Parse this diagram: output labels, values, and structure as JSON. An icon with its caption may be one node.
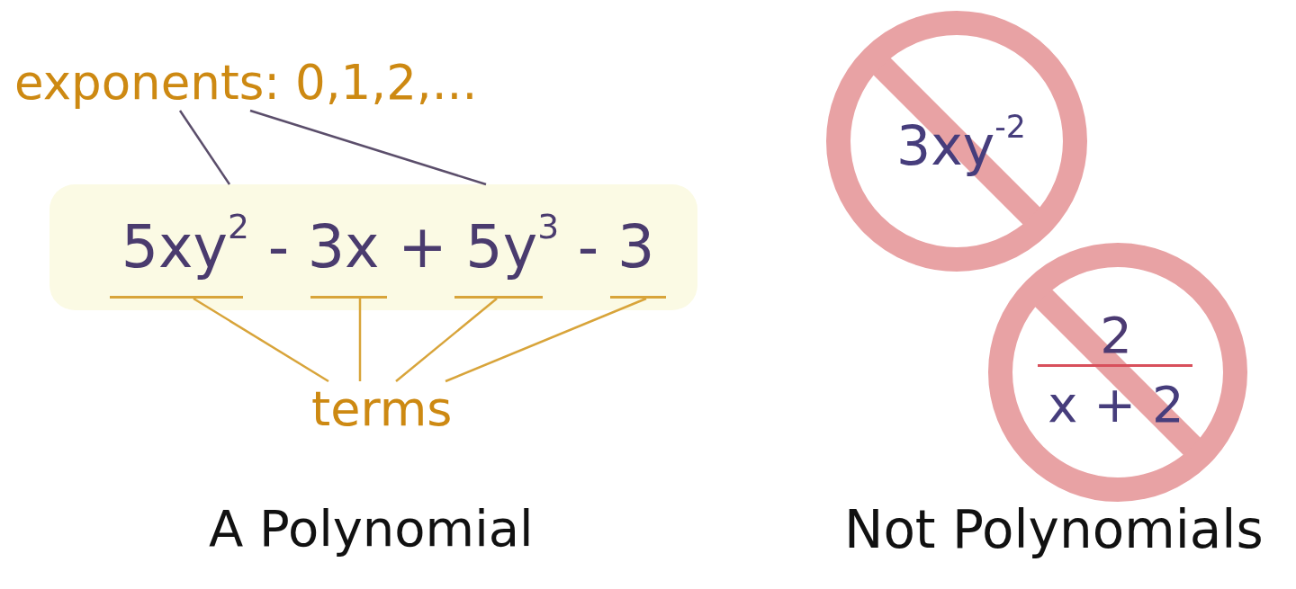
{
  "diagram": {
    "nodes": [
      {
        "text": [
          "exponents: 0,1,2,..."
        ]
      },
      {
        "text": [
          "5xy$^{2}$ - 3x + 5y$^{3}$ - 3"
        ]
      },
      {
        "text": [],
        "shape": "bar",
        "in": 1
      },
      {
        "text": [],
        "shape": "bar",
        "in": 1
      },
      {
        "text": [],
        "shape": "bar",
        "in": 1
      },
      {
        "text": [],
        "shape": "bar",
        "in": 1
      },
      {
        "text": [
          "terms"
        ]
      },
      {
        "text": [
          "3xy$^{-2}$"
        ]
      },
      {
        "text": [
          "2",
          "x + 2"
        ]
      }
    ],
    "edges": [
      {
        "from": 0,
        "to": 1,
        "arrow": "none",
        "color": "#5b4e6b"
      },
      {
        "from": 0,
        "to": 1,
        "arrow": "none",
        "color": "#5b4e6b"
      },
      {
        "from": 6,
        "to": 2,
        "arrow": "none"
      },
      {
        "from": 6,
        "to": 3,
        "arrow": "none"
      },
      {
        "from": 6,
        "to": 4,
        "arrow": "none"
      },
      {
        "from": 6,
        "to": 5,
        "arrow": "none"
      }
    ],
    "labels": [
      "A Polynomial",
      "Not Polynomials"
    ]
  }
}
